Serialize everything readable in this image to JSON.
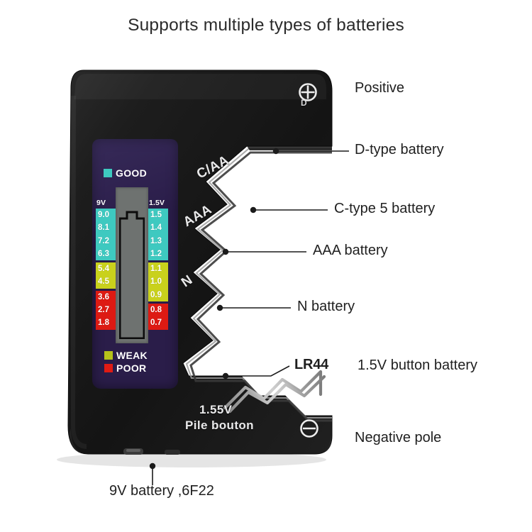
{
  "page": {
    "title": "Supports multiple types of batteries",
    "background_color": "#ffffff"
  },
  "device": {
    "body_color": "#151515",
    "silkscreen": {
      "slot_c_aa": "C/AA",
      "slot_aaa": "AAA",
      "slot_n": "N",
      "button_voltage": "1.55V",
      "button_label": "Pile bouton",
      "positive_terminal_letter": "D"
    },
    "lcd": {
      "background_color": "#2a1d49",
      "panel_color": "#6e7270",
      "status_good": "GOOD",
      "status_weak": "WEAK",
      "status_poor": "POOR",
      "good_color": "#3ec9c0",
      "weak_color": "#c9d11c",
      "poor_color": "#dd1a13",
      "left_scale_header": "9V",
      "right_scale_header": "1.5V",
      "left_scale": [
        {
          "value": "9.0",
          "band": "good"
        },
        {
          "value": "8.1",
          "band": "good"
        },
        {
          "value": "7.2",
          "band": "good"
        },
        {
          "value": "6.3",
          "band": "good"
        },
        {
          "value": "5.4",
          "band": "weak"
        },
        {
          "value": "4.5",
          "band": "weak"
        },
        {
          "value": "3.6",
          "band": "poor"
        },
        {
          "value": "2.7",
          "band": "poor"
        },
        {
          "value": "1.8",
          "band": "poor"
        }
      ],
      "right_scale": [
        {
          "value": "1.5",
          "band": "good"
        },
        {
          "value": "1.4",
          "band": "good"
        },
        {
          "value": "1.3",
          "band": "good"
        },
        {
          "value": "1.2",
          "band": "good"
        },
        {
          "value": "1.1",
          "band": "weak"
        },
        {
          "value": "1.0",
          "band": "weak"
        },
        {
          "value": "0.9",
          "band": "weak"
        },
        {
          "value": "0.8",
          "band": "poor"
        },
        {
          "value": "0.7",
          "band": "poor"
        }
      ]
    }
  },
  "callouts": {
    "positive": "Positive",
    "d_type": "D-type battery",
    "c_type": "C-type 5 battery",
    "aaa": "AAA battery",
    "n": "N battery",
    "lr44": "LR44",
    "button_battery": "1.5V button battery",
    "negative": "Negative pole",
    "nine_volt": "9V battery ,6F22"
  }
}
